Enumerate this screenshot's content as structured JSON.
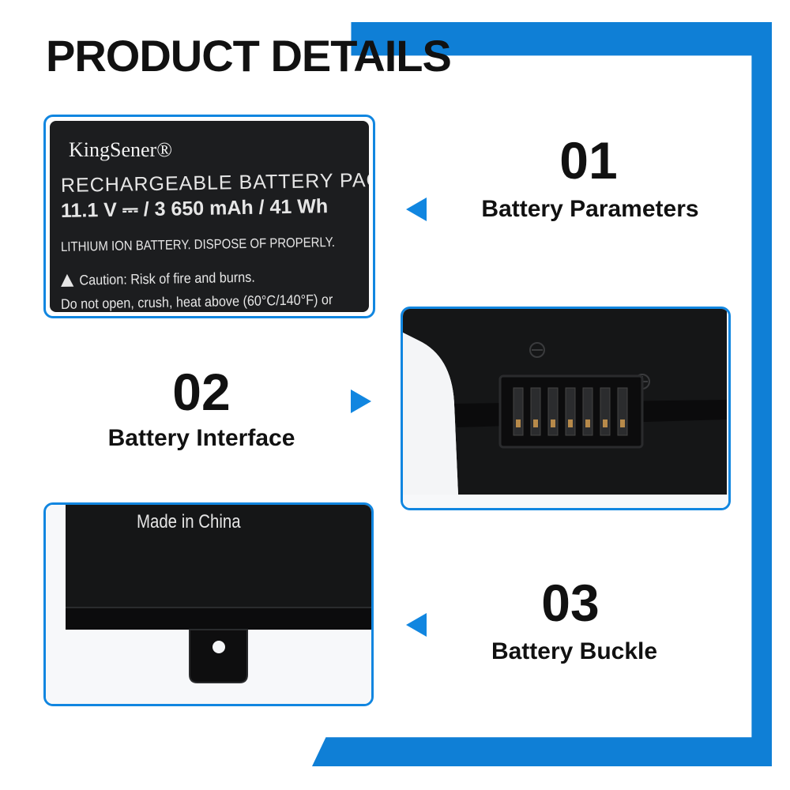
{
  "header": {
    "title": "PRODUCT DETAILS"
  },
  "colors": {
    "accent": "#0f7fd6",
    "panel_border": "#1186e0",
    "battery_body": "#1c1d1f"
  },
  "sections": [
    {
      "number": "01",
      "caption": "Battery Parameters"
    },
    {
      "number": "02",
      "caption": "Battery Interface"
    },
    {
      "number": "03",
      "caption": "Battery Buckle"
    }
  ],
  "label": {
    "brand": "KingSener®",
    "line1": "RECHARGEABLE BATTERY PACK",
    "line2": "11.1 V ⎓ / 3 650 mAh / 41 Wh",
    "line3": "LITHIUM ION BATTERY.   DISPOSE OF PROPERLY.",
    "line4": "Caution: Risk of fire and burns.",
    "line5": "Do not open, crush, heat above (60°C/140°F) or"
  },
  "buckle": {
    "text": "Made in China"
  },
  "icons": {
    "arrow": "triangle-pointer-icon",
    "warning": "warning-triangle-icon"
  }
}
